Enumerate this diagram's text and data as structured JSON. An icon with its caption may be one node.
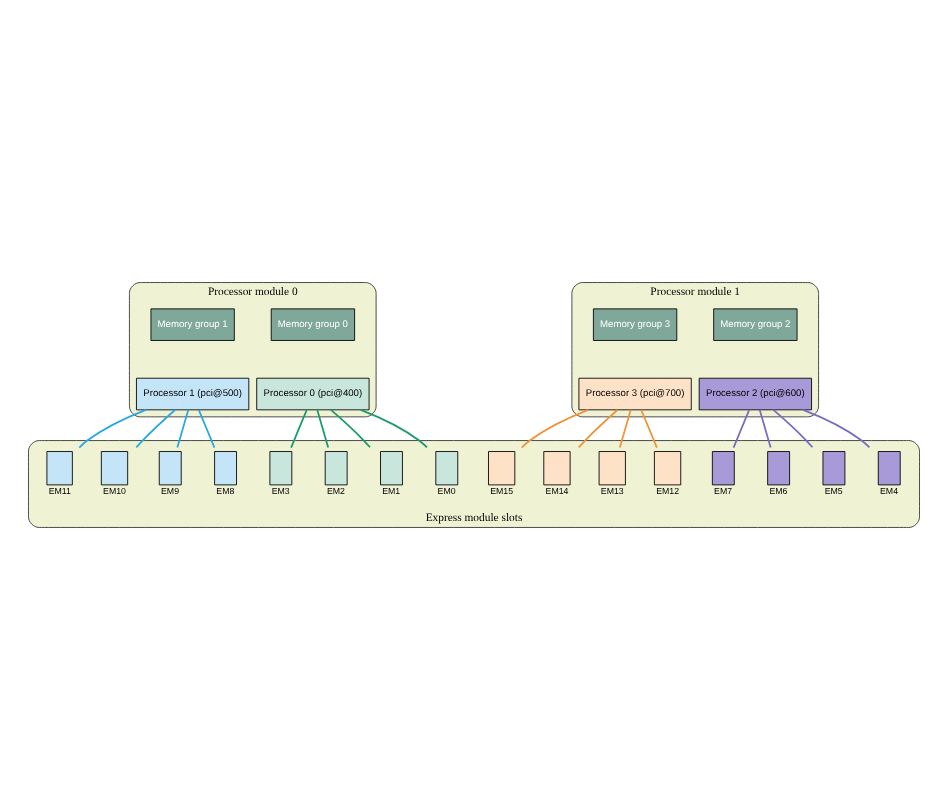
{
  "diagram": {
    "nodes": [
      {
        "text": [
          "Processor module 0"
        ]
      },
      {
        "text": [
          "Memory group 0"
        ],
        "in": 0
      },
      {
        "text": [
          "Memory group 1"
        ],
        "in": 0
      },
      {
        "text": [
          "Processor 0 (pci@400)"
        ],
        "in": 0
      },
      {
        "text": [
          "Processor 1 (pci@500)"
        ],
        "in": 0
      },
      {
        "text": [
          "Processor module 1"
        ]
      },
      {
        "text": [
          "Memory group 2"
        ],
        "in": 5
      },
      {
        "text": [
          "Memory group 3"
        ],
        "in": 5
      },
      {
        "text": [
          "Processor 2 (pci@600)"
        ],
        "in": 5
      },
      {
        "text": [
          "Processor 3 (pci@700)"
        ],
        "in": 5
      },
      {
        "text": [
          "Express module slots"
        ]
      },
      {
        "text": [],
        "shape": "bar",
        "beside": [
          "EM0"
        ],
        "in": 10
      },
      {
        "text": [],
        "shape": "bar",
        "beside": [
          "EM1"
        ],
        "in": 10
      },
      {
        "text": [],
        "shape": "bar",
        "beside": [
          "EM2"
        ],
        "in": 10
      },
      {
        "text": [],
        "shape": "bar",
        "beside": [
          "EM3"
        ],
        "in": 10
      },
      {
        "text": [],
        "shape": "bar",
        "beside": [
          "EM4"
        ],
        "in": 10
      },
      {
        "text": [],
        "shape": "bar",
        "beside": [
          "EM5"
        ],
        "in": 10
      },
      {
        "text": [],
        "shape": "bar",
        "beside": [
          "EM6"
        ],
        "in": 10
      },
      {
        "text": [],
        "shape": "bar",
        "beside": [
          "EM7"
        ],
        "in": 10
      },
      {
        "text": [],
        "shape": "bar",
        "beside": [
          "EM8"
        ],
        "in": 10
      },
      {
        "text": [],
        "shape": "bar",
        "beside": [
          "EM9"
        ],
        "in": 10
      },
      {
        "text": [],
        "shape": "bar",
        "beside": [
          "EM10"
        ],
        "in": 10
      },
      {
        "text": [],
        "shape": "bar",
        "beside": [
          "EM11"
        ],
        "in": 10
      },
      {
        "text": [],
        "shape": "bar",
        "beside": [
          "EM12"
        ],
        "in": 10
      },
      {
        "text": [],
        "shape": "bar",
        "beside": [
          "EM13"
        ],
        "in": 10
      },
      {
        "text": [],
        "shape": "bar",
        "beside": [
          "EM14"
        ],
        "in": 10
      },
      {
        "text": [],
        "shape": "bar",
        "beside": [
          "EM15"
        ],
        "in": 10
      }
    ],
    "edges": [
      {
        "from": 3,
        "to": 11,
        "arrow": "none",
        "color": "#1a9a6c"
      },
      {
        "from": 3,
        "to": 12,
        "arrow": "none",
        "color": "#1a9a6c"
      },
      {
        "from": 3,
        "to": 13,
        "arrow": "none",
        "color": "#1a9a6c"
      },
      {
        "from": 3,
        "to": 14,
        "arrow": "none",
        "color": "#1a9a6c"
      },
      {
        "from": 4,
        "to": 19,
        "arrow": "none",
        "color": "#2aa8e0"
      },
      {
        "from": 4,
        "to": 20,
        "arrow": "none",
        "color": "#2aa8e0"
      },
      {
        "from": 4,
        "to": 21,
        "arrow": "none",
        "color": "#2aa8e0"
      },
      {
        "from": 4,
        "to": 22,
        "arrow": "none",
        "color": "#2aa8e0"
      },
      {
        "from": 8,
        "to": 15,
        "arrow": "none",
        "color": "#7a6cc0"
      },
      {
        "from": 8,
        "to": 16,
        "arrow": "none",
        "color": "#7a6cc0"
      },
      {
        "from": 8,
        "to": 17,
        "arrow": "none",
        "color": "#7a6cc0"
      },
      {
        "from": 8,
        "to": 18,
        "arrow": "none",
        "color": "#7a6cc0"
      },
      {
        "from": 9,
        "to": 23,
        "arrow": "none",
        "color": "#f0943c"
      },
      {
        "from": 9,
        "to": 24,
        "arrow": "none",
        "color": "#f0943c"
      },
      {
        "from": 9,
        "to": 25,
        "arrow": "none",
        "color": "#f0943c"
      },
      {
        "from": 9,
        "to": 26,
        "arrow": "none",
        "color": "#f0943c"
      }
    ]
  }
}
